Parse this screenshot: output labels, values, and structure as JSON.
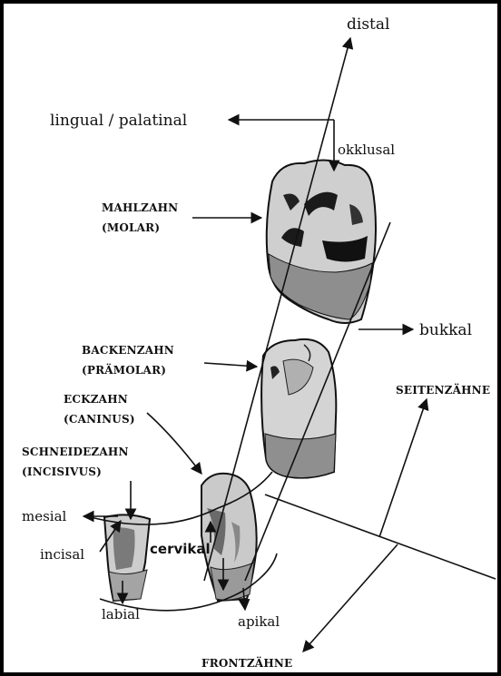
{
  "labels": {
    "distal": "distal",
    "lingual_palatinal": "lingual / palatinal",
    "okklusal": "okklusal",
    "mahlzahn": "MAHLZAHN",
    "molar": "(MOLAR)",
    "backenzahn": "BACKENZAHN",
    "praemolar": "(PRÄMOLAR)",
    "bukkal": "bukkal",
    "eckzahn": "ECKZAHN",
    "caninus": "(CANINUS)",
    "seitenzaehne": "SEITENZÄHNE",
    "schneidezahn": "SCHNEIDEZAHN",
    "incisivus": "(INCISIVUS)",
    "mesial": "mesial",
    "incisal": "incisal",
    "cervikal": "cervikal",
    "labial": "labial",
    "apikal": "apikal",
    "frontzaehne": "FRONTZÄHNE"
  },
  "colors": {
    "ink": "#111111",
    "tooth_light": "#d6d6d6",
    "tooth_mid": "#9a9a9a",
    "tooth_dark": "#5a5a5a",
    "border": "#000000"
  }
}
